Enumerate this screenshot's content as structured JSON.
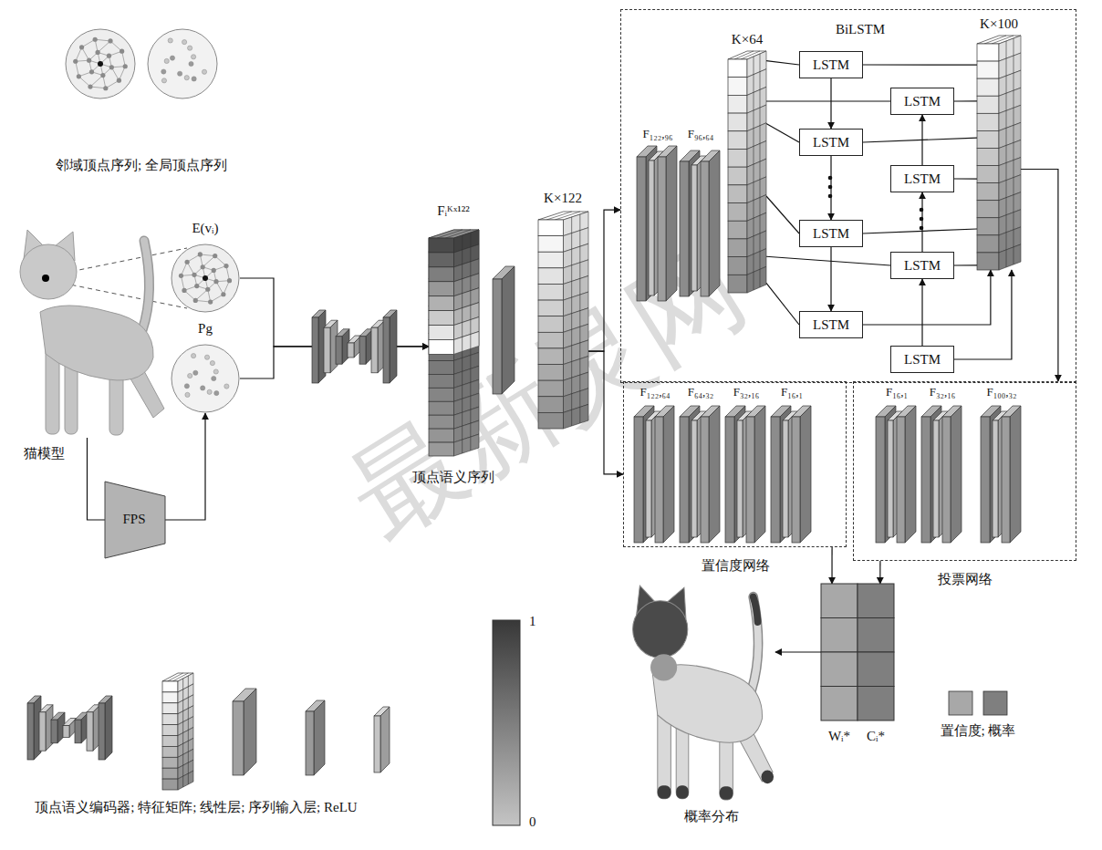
{
  "diagram": {
    "nodes": [
      {
        "text": [
          "猫模型"
        ]
      },
      {
        "text": [
          "E(vᵢ)"
        ]
      },
      {
        "text": [
          "Pg"
        ]
      },
      {
        "text": [
          "FPS"
        ]
      },
      {
        "text": [
          "Fᵢᴷˣ¹²²",
          "顶点语义序列"
        ]
      },
      {
        "text": [
          "K×122"
        ]
      },
      {
        "text": [
          "F₁₂₂,₉₆",
          "F₉₆,₆₄",
          "BiLSTM"
        ]
      },
      {
        "text": [
          "K×64"
        ],
        "in": 6
      },
      {
        "text": [
          "LSTM"
        ],
        "in": 6
      },
      {
        "text": [
          "LSTM"
        ],
        "in": 6
      },
      {
        "text": [
          "LSTM"
        ],
        "in": 6
      },
      {
        "text": [
          "LSTM"
        ],
        "in": 6
      },
      {
        "text": [
          "LSTM"
        ],
        "in": 6
      },
      {
        "text": [
          "LSTM"
        ],
        "in": 6
      },
      {
        "text": [
          "LSTM"
        ],
        "in": 6
      },
      {
        "text": [
          "LSTM"
        ],
        "in": 6
      },
      {
        "text": [
          "K×100"
        ],
        "in": 6
      },
      {
        "text": [
          "F₁₂₂,₆₄",
          "F₆₄,₃₂",
          "F₃₂,₁₆",
          "F₁₆,₁",
          "置信度网络"
        ]
      },
      {
        "text": [
          "F₁₆,₁",
          "F₃₂,₁₆",
          "F₁₀₀,₃₂",
          "投票网络"
        ]
      },
      {
        "text": [
          "Wᵢ*",
          "Cᵢ*"
        ]
      },
      {
        "text": [
          "概率分布"
        ]
      }
    ],
    "edges": [
      {
        "from": 0,
        "to": 3,
        "arrow": "none"
      },
      {
        "from": 3,
        "to": 2,
        "arrow": "to"
      },
      {
        "from": 1,
        "to": 4,
        "arrow": "to"
      },
      {
        "from": 2,
        "to": 4,
        "arrow": "to"
      },
      {
        "from": 5,
        "to": 6,
        "arrow": "to"
      },
      {
        "from": 5,
        "to": 17,
        "arrow": "to"
      },
      {
        "from": 7,
        "to": 8,
        "arrow": "none"
      },
      {
        "from": 7,
        "to": 9,
        "arrow": "none"
      },
      {
        "from": 7,
        "to": 10,
        "arrow": "none"
      },
      {
        "from": 7,
        "to": 12,
        "arrow": "none"
      },
      {
        "from": 7,
        "to": 13,
        "arrow": "none"
      },
      {
        "from": 7,
        "to": 14,
        "arrow": "none"
      },
      {
        "from": 8,
        "to": 10,
        "arrow": "to"
      },
      {
        "from": 10,
        "to": 12,
        "arrow": "to"
      },
      {
        "from": 12,
        "to": 14,
        "arrow": "to"
      },
      {
        "from": 15,
        "to": 13,
        "arrow": "to"
      },
      {
        "from": 13,
        "to": 11,
        "arrow": "to"
      },
      {
        "from": 11,
        "to": 9,
        "arrow": "to"
      },
      {
        "from": 8,
        "to": 16,
        "arrow": "none"
      },
      {
        "from": 9,
        "to": 16,
        "arrow": "none"
      },
      {
        "from": 10,
        "to": 16,
        "arrow": "none"
      },
      {
        "from": 11,
        "to": 16,
        "arrow": "none"
      },
      {
        "from": 12,
        "to": 16,
        "arrow": "none"
      },
      {
        "from": 13,
        "to": 16,
        "arrow": "none"
      },
      {
        "from": 14,
        "to": 16,
        "arrow": "to"
      },
      {
        "from": 15,
        "to": 16,
        "arrow": "to"
      },
      {
        "from": 16,
        "to": 18,
        "arrow": "to"
      },
      {
        "from": 18,
        "to": 19,
        "arrow": "to"
      },
      {
        "from": 17,
        "to": 19,
        "arrow": "to"
      },
      {
        "from": 19,
        "to": 20,
        "arrow": "to"
      }
    ],
    "labels": [
      "邻域顶点序列; 全局顶点序列",
      "顶点语义编码器; 特征矩阵; 线性层; 序列输入层; ReLU",
      "置信度; 概率",
      "1",
      "0",
      "最新灵网"
    ]
  }
}
